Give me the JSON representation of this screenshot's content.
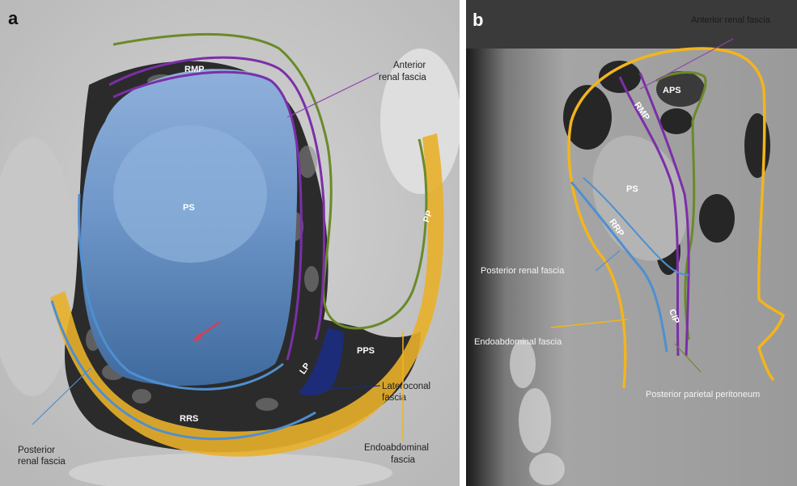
{
  "panel_a": {
    "panel_letter": "a",
    "regions": {
      "ps": "PS",
      "rmp": "RMP",
      "rrs": "RRS",
      "lp": "LP",
      "pps": "PPS",
      "pp": "PP"
    },
    "annotations": {
      "anterior_line1": "Anterior",
      "anterior_line2": "renal fascia",
      "lateroconal_line1": "Lateroconal",
      "lateroconal_line2": "fascia",
      "endo_line1": "Endoabdominal",
      "endo_line2": "fascia",
      "posterior_line1": "Posterior",
      "posterior_line2": "renal fascia"
    }
  },
  "panel_b": {
    "panel_letter": "b",
    "regions": {
      "aps": "APS",
      "rmp": "RMP",
      "ps": "PS",
      "rrp": "RRP",
      "cip": "CIP"
    },
    "annotations": {
      "anterior": "Anterior renal fascia",
      "posterior": "Posterior renal fascia",
      "endo": "Endoabdominal fascia",
      "ppp": "Posterior parietal peritoneum"
    }
  },
  "colors": {
    "fluid_blue": "#6f97c9",
    "fascia_purple": "#7b2fa8",
    "peritoneum_green": "#6a8a2a",
    "endoabdominal_yellow": "#f2b51c",
    "posterior_blue": "#4f8fd0",
    "navy": "#1a2a7a",
    "arrow_red": "#d0405a"
  }
}
